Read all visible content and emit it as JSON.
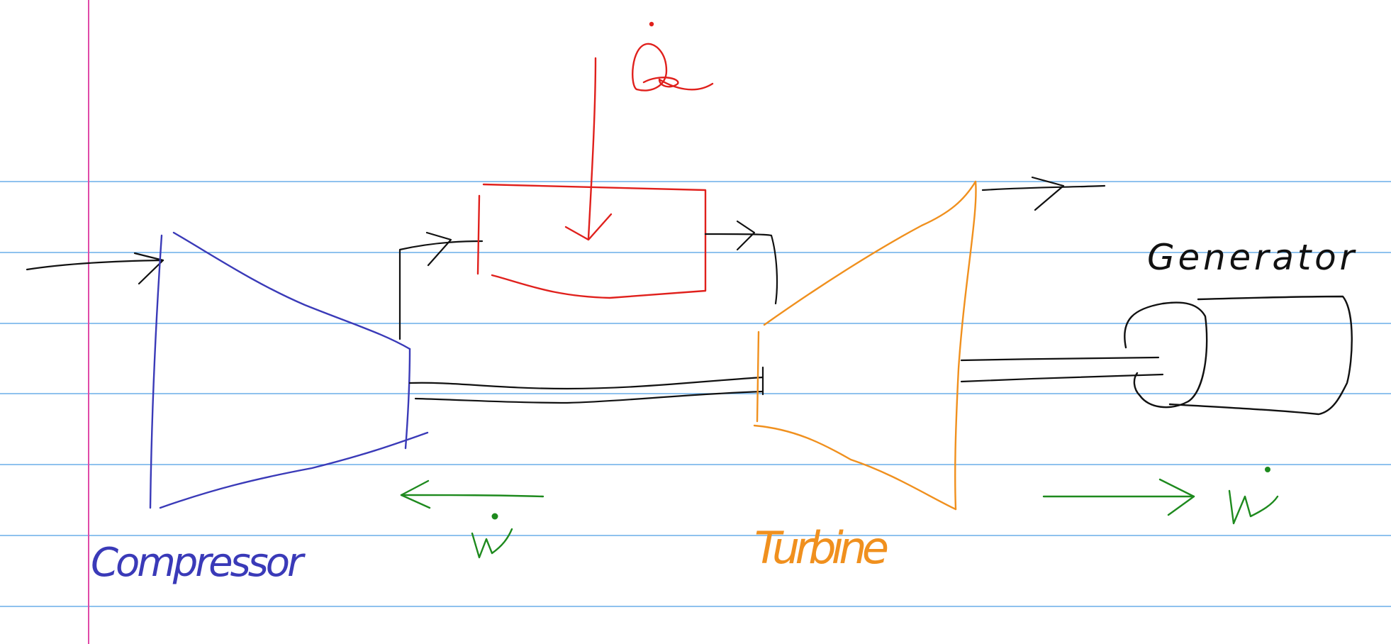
{
  "labels": {
    "compressor": "Compressor",
    "turbine": "Turbine",
    "generator": "Generator",
    "heat": "Q",
    "work_left": "W",
    "work_right": "W"
  },
  "colors": {
    "rule_line": "#6aaee8",
    "margin_line": "#e04aa8",
    "compressor": "#3a3ab8",
    "heater": "#e0201c",
    "turbine": "#f0901e",
    "work": "#1e8a1e",
    "ink": "#111111"
  }
}
